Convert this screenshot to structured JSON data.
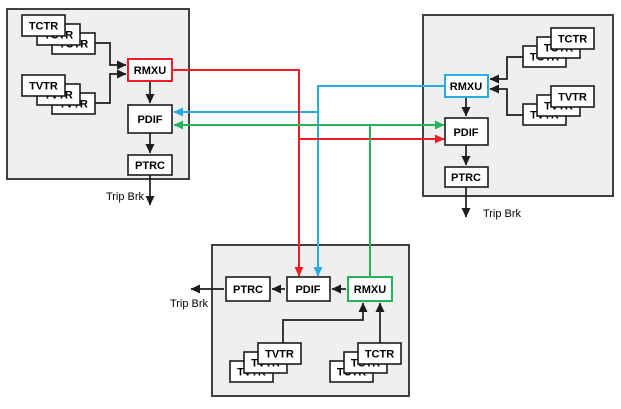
{
  "colors": {
    "background": "#ffffff",
    "zone_fill": "#efefef",
    "zone_border": "#404040",
    "box_border": "#1c1c1c",
    "red_bus": "#ee1c24",
    "blue_bus": "#29abe2",
    "green_bus": "#27b25e"
  },
  "zones": [
    {
      "stacks": [
        {
          "label": "TCTR"
        },
        {
          "label": "TVTR"
        }
      ],
      "units": {
        "rmxu": "RMXU",
        "pdif": "PDIF",
        "ptrc": "PTRC"
      },
      "trip_label": "Trip Brk",
      "rmxu_accent": "#ee1c24"
    },
    {
      "stacks": [
        {
          "label": "TCTR"
        },
        {
          "label": "TVTR"
        }
      ],
      "units": {
        "rmxu": "RMXU",
        "pdif": "PDIF",
        "ptrc": "PTRC"
      },
      "trip_label": "Trip Brk",
      "rmxu_accent": "#29abe2"
    },
    {
      "stacks": [
        {
          "label": "TVTR"
        },
        {
          "label": "TCTR"
        }
      ],
      "units": {
        "rmxu": "RMXU",
        "pdif": "PDIF",
        "ptrc": "PTRC"
      },
      "trip_label": "Trip Brk",
      "rmxu_accent": "#27b25e"
    }
  ]
}
